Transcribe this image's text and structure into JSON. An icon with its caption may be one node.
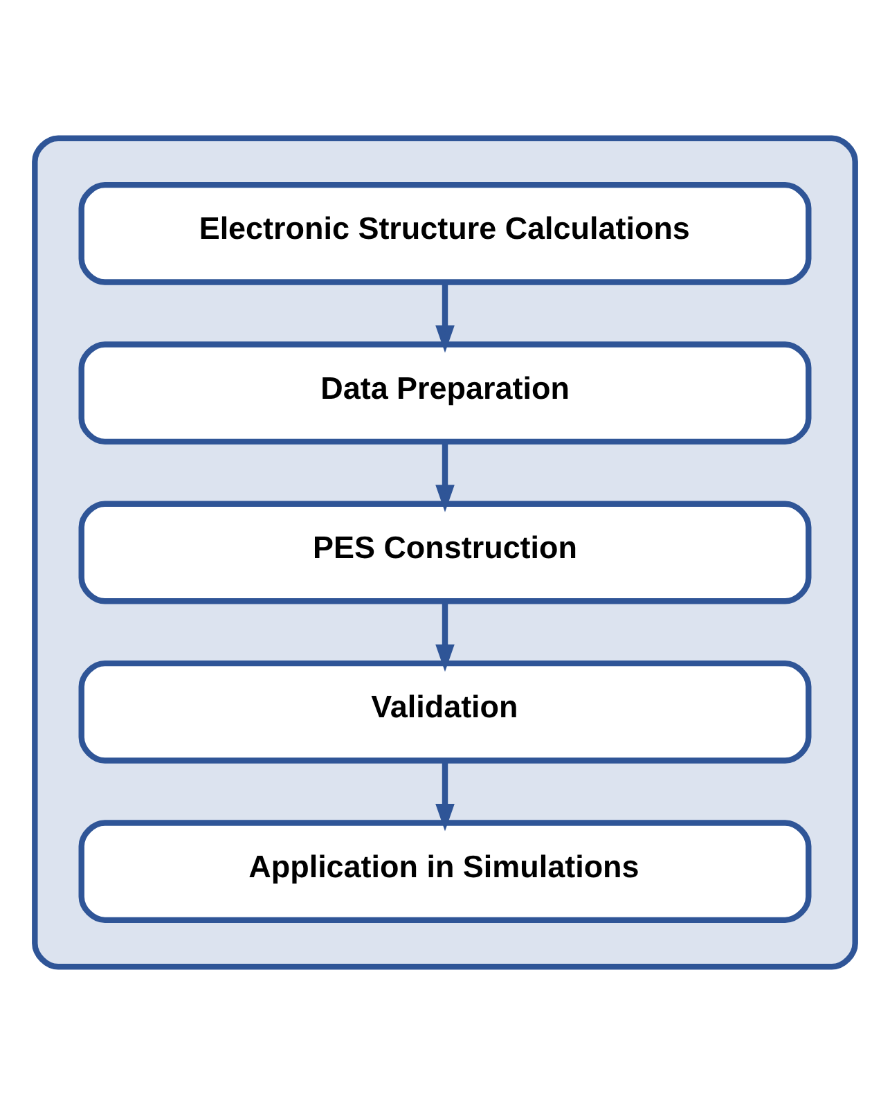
{
  "diagram": {
    "nodes": [
      {
        "text": [],
        "shape": "box"
      },
      {
        "text": [
          "Electronic Structure Calculations"
        ],
        "in": 0
      },
      {
        "text": [
          "Data Preparation"
        ],
        "in": 0
      },
      {
        "text": [
          "PES Construction"
        ],
        "in": 0
      },
      {
        "text": [
          "Validation"
        ],
        "in": 0
      },
      {
        "text": [
          "Application in Simulations"
        ],
        "in": 0
      }
    ],
    "edges": [
      {
        "from": 1,
        "to": 2,
        "arrow": "to"
      },
      {
        "from": 2,
        "to": 3,
        "arrow": "to"
      },
      {
        "from": 3,
        "to": 4,
        "arrow": "to"
      },
      {
        "from": 4,
        "to": 5,
        "arrow": "to"
      }
    ]
  }
}
